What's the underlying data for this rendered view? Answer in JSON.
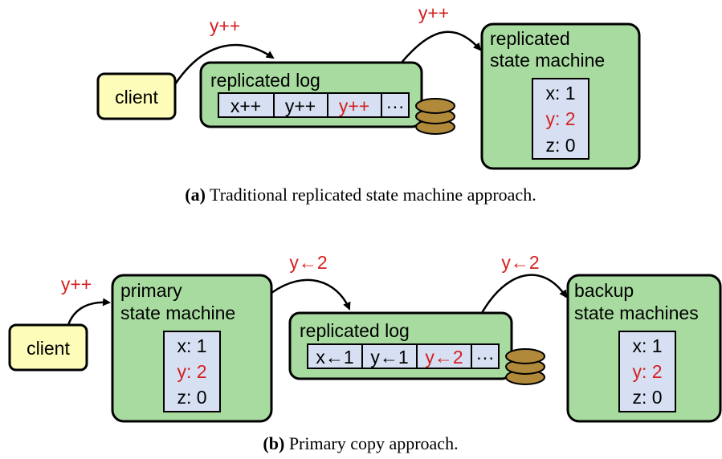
{
  "panel_a": {
    "client": "client",
    "arrow1_label": "y++",
    "log_title": "replicated log",
    "log_cells": [
      "x++",
      "y++",
      "y++",
      "···"
    ],
    "arrow2_label": "y++",
    "sm_title_line1": "replicated",
    "sm_title_line2": "state machine",
    "state": [
      "x: 1",
      "y: 2",
      "z: 0"
    ],
    "caption_label": "(a)",
    "caption_text": " Traditional replicated state machine approach."
  },
  "panel_b": {
    "arrow0_label": "y++",
    "client": "client",
    "primary_title_line1": "primary",
    "primary_title_line2": "state machine",
    "primary_state": [
      "x: 1",
      "y: 2",
      "z: 0"
    ],
    "arrow1_label": "y←2",
    "log_title": "replicated log",
    "log_cells": [
      "x←1",
      "y←1",
      "y←2",
      "···"
    ],
    "arrow2_label": "y←2",
    "backup_title_line1": "backup",
    "backup_title_line2": "state machines",
    "backup_state": [
      "x: 1",
      "y: 2",
      "z: 0"
    ],
    "caption_label": "(b)",
    "caption_text": " Primary copy approach."
  },
  "colors": {
    "green_fill": "#a8dba0",
    "client_fill": "#fdfcb8",
    "cell_fill": "#d6e0f2",
    "red": "#d42020",
    "disk_fill": "#b08a3a"
  }
}
